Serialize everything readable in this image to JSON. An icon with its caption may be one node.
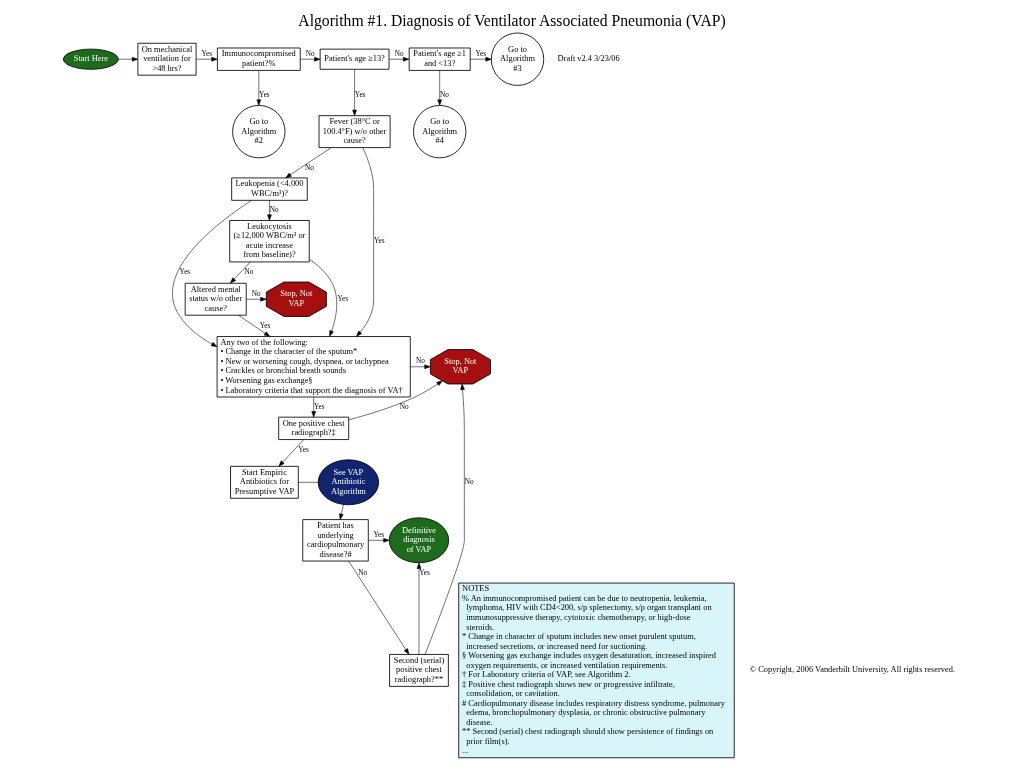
{
  "diagram": {
    "title": "Algorithm #1. Diagnosis of Ventilator Associated Pneumonia (VAP)",
    "nodes": [
      {
        "text": [
          "Start Here"
        ]
      },
      {
        "text": [
          "On mechanical ventilation for >48 hrs?"
        ]
      },
      {
        "text": [
          "Immunocompromised patient?%"
        ]
      },
      {
        "text": [
          "Go to Algorithm #2"
        ]
      },
      {
        "text": [
          "Patient's age ≥13?"
        ]
      },
      {
        "text": [
          "Patient's age ≥1 and <13?"
        ]
      },
      {
        "text": [
          "Go to Algorithm #3"
        ]
      },
      {
        "text": [
          "Go to Algorithm #4"
        ]
      },
      {
        "text": [
          "Fever (38°C or 100.4°F) w/o other cause?"
        ]
      },
      {
        "text": [
          "Leukopenia (<4,000 WBC/m³)?"
        ]
      },
      {
        "text": [
          "Leukocytosis (≥12,000 WBC/m³ or acute increase from baseline)?"
        ]
      },
      {
        "text": [
          "Altered mental status w/o other cause?"
        ]
      },
      {
        "text": [
          "Stop, Not VAP"
        ]
      },
      {
        "text": [
          "Any two of the following:",
          "• Change in the character of the sputum*",
          "• New or worsening cough, dyspnea, or tachypnea",
          "• Crackles or bronchial breath sounds",
          "• Worsening gas exchange§",
          "• Laboratory criteria that support the diagnosis of VA†"
        ]
      },
      {
        "text": [
          "Stop, Not VAP"
        ]
      },
      {
        "text": [
          "One positive chest radiograph?‡"
        ]
      },
      {
        "text": [
          "Start Empiric Antibiotics for Presumptive VAP"
        ]
      },
      {
        "text": [
          "See VAP Antibiotic Algorithm"
        ]
      },
      {
        "text": [
          "Patient has underlying cardiopulmonary disease?#"
        ]
      },
      {
        "text": [
          "Second (serial) positive chest radiograph?**"
        ]
      },
      {
        "text": [
          "Definitive diagnosis of VAP"
        ]
      },
      {
        "text": [
          "NOTES",
          "% An immunocompromised patient can be due to neutropenia, leukemia, lymphoma, HIV with CD4<200, s/p splenectomy, s/p organ transplant on immunosuppressive therapy, cytotoxic chemotherapy, or high-dose steroids.",
          "* Change in character of sputum includes new onset purulent sputum, increased secretions, or increased need for suctioning.",
          "§ Worsening gas exchange includes oxygen desaturation, increased inspired oxygen requirements, or increased ventilation requirements.",
          "† For Laboratory criteria of VAP, see Algorithm 2.",
          "‡ Positive chest radiograph shows new or progressive infiltrate,  consolidation, or cavitation.",
          "# Cardiopulmonary disease includes respiratory distress syndrome, pulmonary edema, bronchopulmonary dysplasia, or chronic obstructive pulmonary disease.",
          "** Second (serial) chest radiograph should show persistence of findings on prior film(s).",
          "..."
        ]
      }
    ],
    "edges": [
      {
        "from": 0,
        "to": 1,
        "arrow": "to"
      },
      {
        "from": 1,
        "to": 2,
        "arrow": "to",
        "label": "Yes"
      },
      {
        "from": 2,
        "to": 4,
        "arrow": "to",
        "label": "No"
      },
      {
        "from": 2,
        "to": 3,
        "arrow": "to",
        "label": "Yes"
      },
      {
        "from": 4,
        "to": 5,
        "arrow": "to",
        "label": "No"
      },
      {
        "from": 4,
        "to": 8,
        "arrow": "to",
        "label": "Yes"
      },
      {
        "from": 5,
        "to": 6,
        "arrow": "to",
        "label": "Yes"
      },
      {
        "from": 5,
        "to": 7,
        "arrow": "to",
        "label": "No"
      },
      {
        "from": 8,
        "to": 9,
        "arrow": "to",
        "label": "No"
      },
      {
        "from": 9,
        "to": 10,
        "arrow": "to",
        "label": "No"
      },
      {
        "from": 10,
        "to": 11,
        "arrow": "to",
        "label": "No"
      },
      {
        "from": 11,
        "to": 12,
        "arrow": "to",
        "label": "No"
      },
      {
        "from": 8,
        "to": 13,
        "arrow": "to",
        "label": "Yes"
      },
      {
        "from": 9,
        "to": 13,
        "arrow": "to",
        "label": "Yes"
      },
      {
        "from": 10,
        "to": 13,
        "arrow": "to",
        "label": "Yes"
      },
      {
        "from": 11,
        "to": 13,
        "arrow": "to",
        "label": "Yes"
      },
      {
        "from": 13,
        "to": 14,
        "arrow": "to",
        "label": "No"
      },
      {
        "from": 13,
        "to": 15,
        "arrow": "to",
        "label": "Yes"
      },
      {
        "from": 15,
        "to": 14,
        "arrow": "to",
        "label": "No"
      },
      {
        "from": 15,
        "to": 16,
        "arrow": "to",
        "label": "Yes"
      },
      {
        "from": 16,
        "to": 17,
        "arrow": "none"
      },
      {
        "from": 17,
        "to": 18,
        "arrow": "to"
      },
      {
        "from": 18,
        "to": 20,
        "arrow": "to",
        "label": "Yes"
      },
      {
        "from": 18,
        "to": 19,
        "arrow": "to",
        "label": "No"
      },
      {
        "from": 19,
        "to": 20,
        "arrow": "to",
        "label": "Yes"
      },
      {
        "from": 19,
        "to": 14,
        "arrow": "to",
        "label": "No"
      }
    ],
    "labels": [
      "Draft v2.4 3/23/06",
      "© Copyright, 2006 Vanderbilt University, All rights reserved."
    ]
  }
}
